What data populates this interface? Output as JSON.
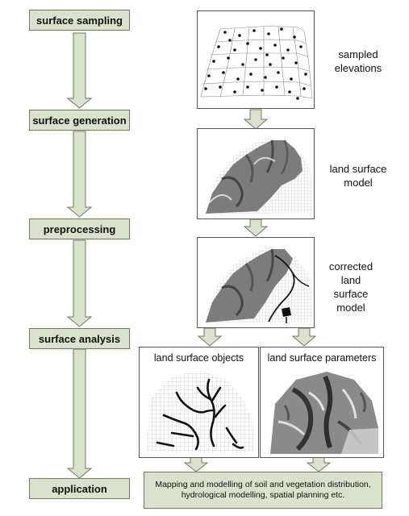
{
  "steps": [
    "surface sampling",
    "surface generation",
    "preprocessing",
    "surface analysis",
    "application"
  ],
  "captions": {
    "sampled": [
      "sampled",
      "elevations"
    ],
    "land_model": [
      "land surface",
      "model"
    ],
    "corrected": [
      "corrected",
      "land",
      "surface",
      "model"
    ]
  },
  "panels": {
    "objects_title": "land surface objects",
    "parameters_title": "land surface parameters"
  },
  "application_text": "Mapping and modelling of soil and vegetation distribution, hydrological modelling, spatial planning etc.",
  "colors": {
    "box_fill": "#d9e2cc",
    "box_border": "#6d7a5c",
    "arrow_fill": "#d9e2cc"
  }
}
